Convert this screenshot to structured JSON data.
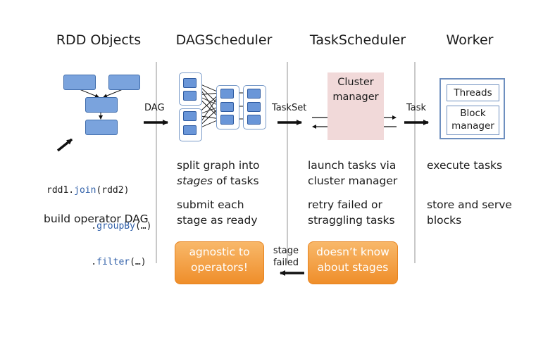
{
  "columns": {
    "rdd": {
      "heading": "RDD Objects",
      "code": [
        {
          "plain": "rdd1.",
          "kw": "join",
          "rest": "(rdd2)"
        },
        {
          "plain": "    .",
          "kw": "groupBy",
          "rest": "(…)"
        },
        {
          "plain": "    .",
          "kw": "filter",
          "rest": "(…)"
        }
      ],
      "caption": "build operator DAG"
    },
    "dag": {
      "heading": "DAGScheduler",
      "line1": "split graph into",
      "line2_em": "stages",
      "line2_rest": " of tasks",
      "line3": "submit each",
      "line4": "stage as ready",
      "callout_line1": "agnostic to",
      "callout_line2": "operators!"
    },
    "task": {
      "heading": "TaskScheduler",
      "cluster_line1": "Cluster",
      "cluster_line2": "manager",
      "line1": "launch tasks via",
      "line2": "cluster manager",
      "line3": "retry failed or",
      "line4": "straggling tasks",
      "callout_line1": "doesn’t know",
      "callout_line2": "about stages"
    },
    "worker": {
      "heading": "Worker",
      "threads": "Threads",
      "block_line1": "Block",
      "block_line2": "manager",
      "line1": "execute tasks",
      "line3": "store and serve",
      "line4": "blocks"
    }
  },
  "arrows": {
    "dag": "DAG",
    "taskset": "TaskSet",
    "task": "Task",
    "stage_failed_line1": "stage",
    "stage_failed_line2": "failed"
  },
  "colors": {
    "node_fill": "#7aa3dd",
    "callout_orange": "#ef8e2a",
    "cluster_fill": "#f1d9d9"
  }
}
